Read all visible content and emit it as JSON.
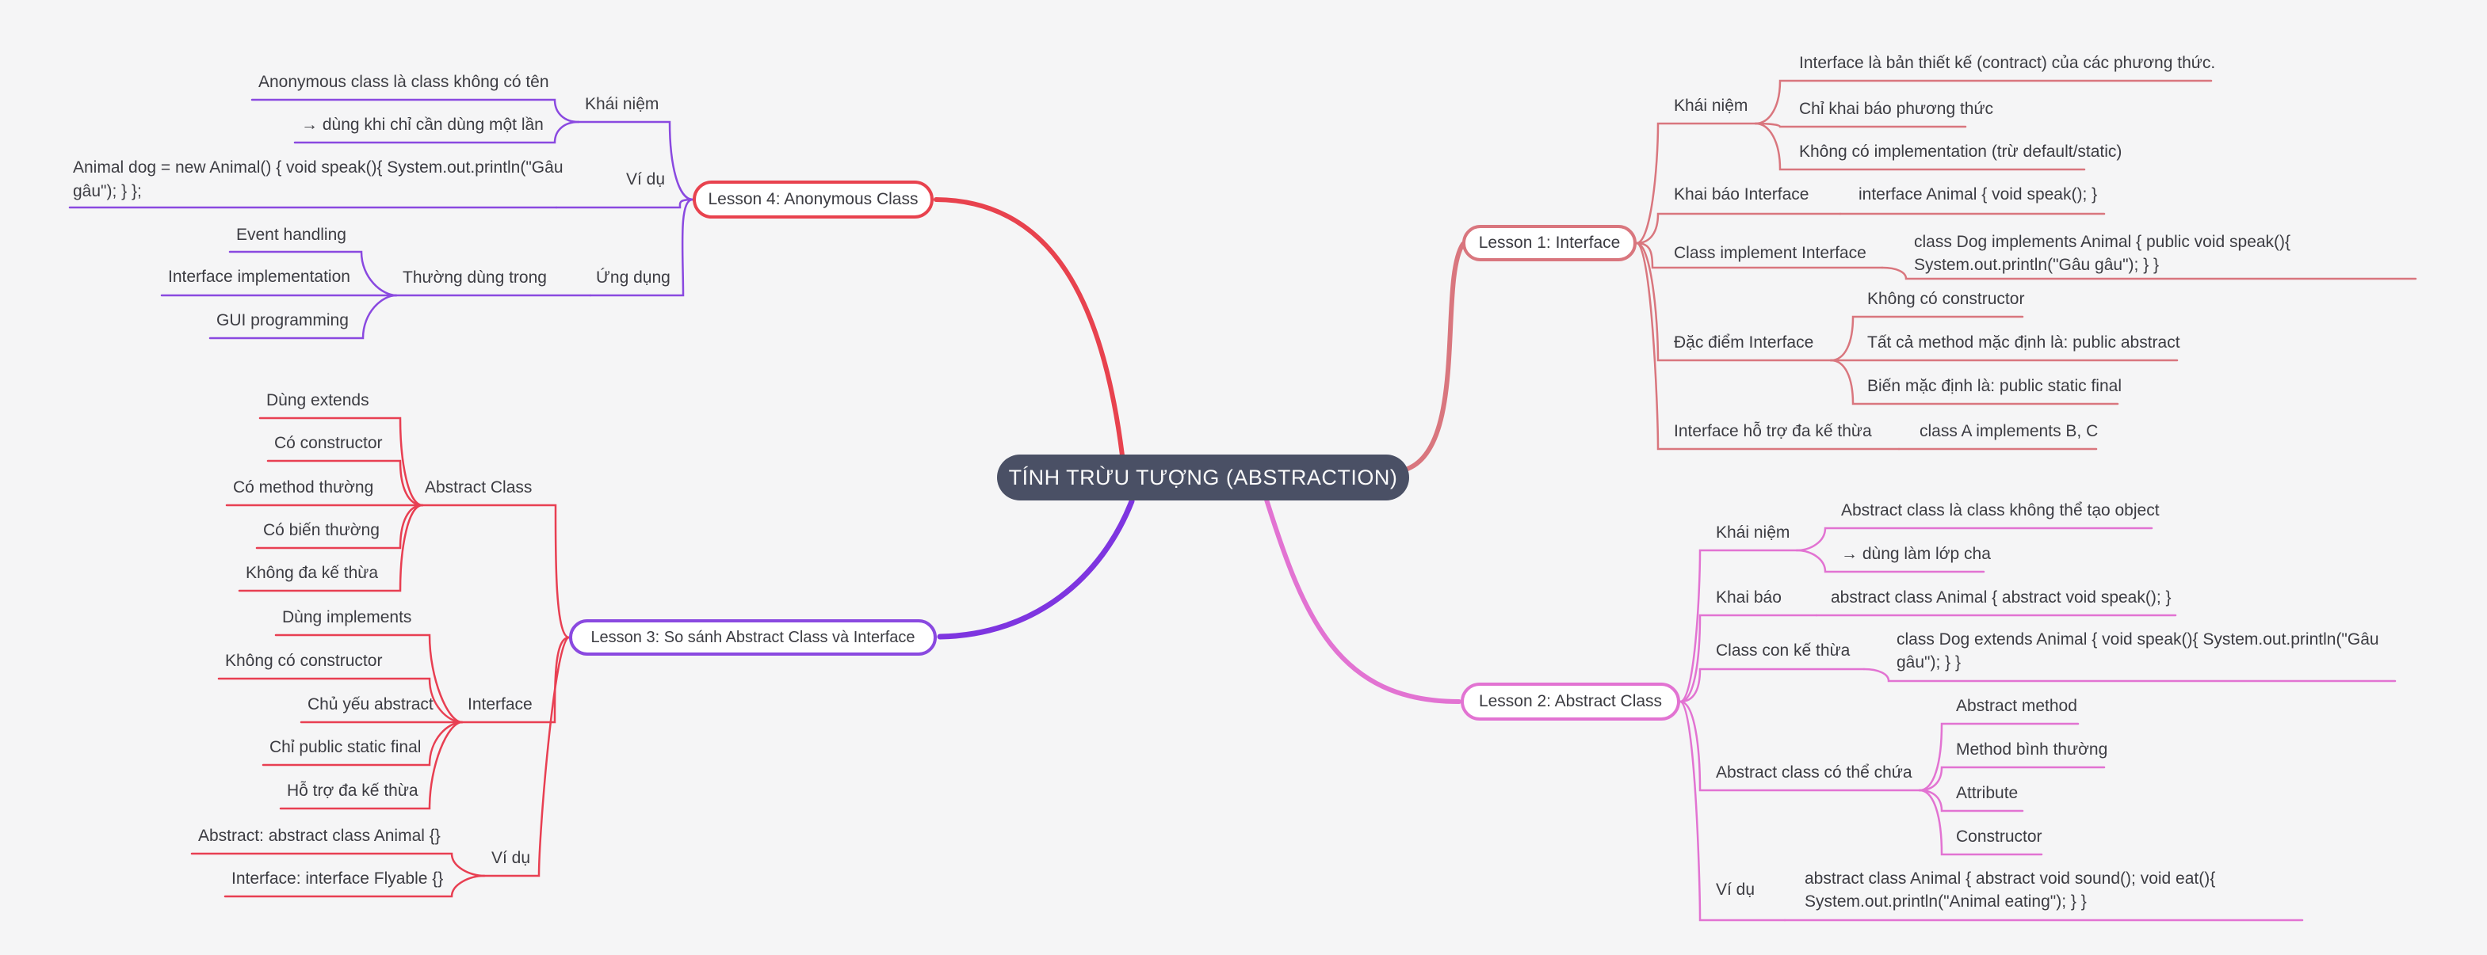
{
  "title": "TÍNH TRỪU TƯỢNG (ABSTRACTION)",
  "colors": {
    "background": "#f5f5f6",
    "text": "#3c3c42",
    "center_fill": "#4a5065",
    "center_text": "#fafafa",
    "node_fill": "#ffffff",
    "lesson1": "#d9767e",
    "lesson2": "#e273d2",
    "lesson3_node": "#8a49e0",
    "lesson3_branch": "#e83f52",
    "lesson3_main": "#7e35e0",
    "lesson4_node": "#e8424e",
    "lesson4_branch": "#8a49e0"
  },
  "lessons": [
    {
      "label": "Lesson 1: Interface",
      "children": [
        {
          "label": "Khái niệm",
          "children": [
            {
              "label": "Interface là bản thiết kế (contract) của các phương thức."
            },
            {
              "label": "Chỉ khai báo phương thức"
            },
            {
              "label": "Không có implementation (trừ default/static)"
            }
          ]
        },
        {
          "label": "Khai báo Interface",
          "children": [
            {
              "label": "interface Animal { void speak(); }"
            }
          ]
        },
        {
          "label": "Class implement Interface",
          "children": [
            {
              "lines": [
                "class Dog implements Animal { public void speak(){",
                "System.out.println(\"Gâu gâu\"); } }"
              ]
            }
          ]
        },
        {
          "label": "Đặc điểm Interface",
          "children": [
            {
              "label": "Không có constructor"
            },
            {
              "label": "Tất cả method mặc định là: public abstract"
            },
            {
              "label": "Biến mặc định là: public static final"
            }
          ]
        },
        {
          "label": "Interface hỗ trợ đa kế thừa",
          "children": [
            {
              "label": "class A implements B, C"
            }
          ]
        }
      ]
    },
    {
      "label": "Lesson 2: Abstract Class",
      "children": [
        {
          "label": "Khái niệm",
          "children": [
            {
              "label": "Abstract class là class không thể tạo object"
            },
            {
              "label": "→ dùng làm lớp cha"
            }
          ]
        },
        {
          "label": "Khai báo",
          "children": [
            {
              "label": "abstract class Animal { abstract void speak(); }"
            }
          ]
        },
        {
          "label": "Class con kế thừa",
          "children": [
            {
              "lines": [
                "class Dog extends Animal { void speak(){ System.out.println(\"Gâu",
                "gâu\"); } }"
              ]
            }
          ]
        },
        {
          "label": "Abstract class có thể chứa",
          "children": [
            {
              "label": "Abstract method"
            },
            {
              "label": "Method bình thường"
            },
            {
              "label": "Attribute"
            },
            {
              "label": "Constructor"
            }
          ]
        },
        {
          "label": "Ví dụ",
          "children": [
            {
              "lines": [
                "abstract class Animal { abstract void sound(); void eat(){",
                "System.out.println(\"Animal eating\"); } }"
              ]
            }
          ]
        }
      ]
    },
    {
      "label": "Lesson 3: So sánh Abstract Class và Interface",
      "children": [
        {
          "label": "Abstract Class",
          "children": [
            {
              "label": "Dùng extends"
            },
            {
              "label": "Có constructor"
            },
            {
              "label": "Có method thường"
            },
            {
              "label": "Có biến thường"
            },
            {
              "label": "Không đa kế thừa"
            }
          ]
        },
        {
          "label": "Interface",
          "children": [
            {
              "label": "Dùng implements"
            },
            {
              "label": "Không có constructor"
            },
            {
              "label": "Chủ yếu abstract"
            },
            {
              "label": "Chỉ public static final"
            },
            {
              "label": "Hỗ trợ đa kế thừa"
            }
          ]
        },
        {
          "label": "Ví dụ",
          "children": [
            {
              "label": "Abstract: abstract class Animal {}"
            },
            {
              "label": "Interface: interface Flyable {}"
            }
          ]
        }
      ]
    },
    {
      "label": "Lesson 4: Anonymous Class",
      "children": [
        {
          "label": "Khái niệm",
          "children": [
            {
              "label": "Anonymous class là class không có tên"
            },
            {
              "label": "→ dùng khi chỉ cần dùng một lần"
            }
          ]
        },
        {
          "label": "Ví dụ",
          "children": [
            {
              "lines": [
                "Animal dog = new Animal() { void speak(){ System.out.println(\"Gâu",
                "gâu\"); } };"
              ]
            }
          ]
        },
        {
          "label": "Ứng dụng",
          "children": [
            {
              "label": "Thường dùng trong",
              "children": [
                {
                  "label": "Event handling"
                },
                {
                  "label": "Interface implementation"
                },
                {
                  "label": "GUI programming"
                }
              ]
            }
          ]
        }
      ]
    }
  ]
}
